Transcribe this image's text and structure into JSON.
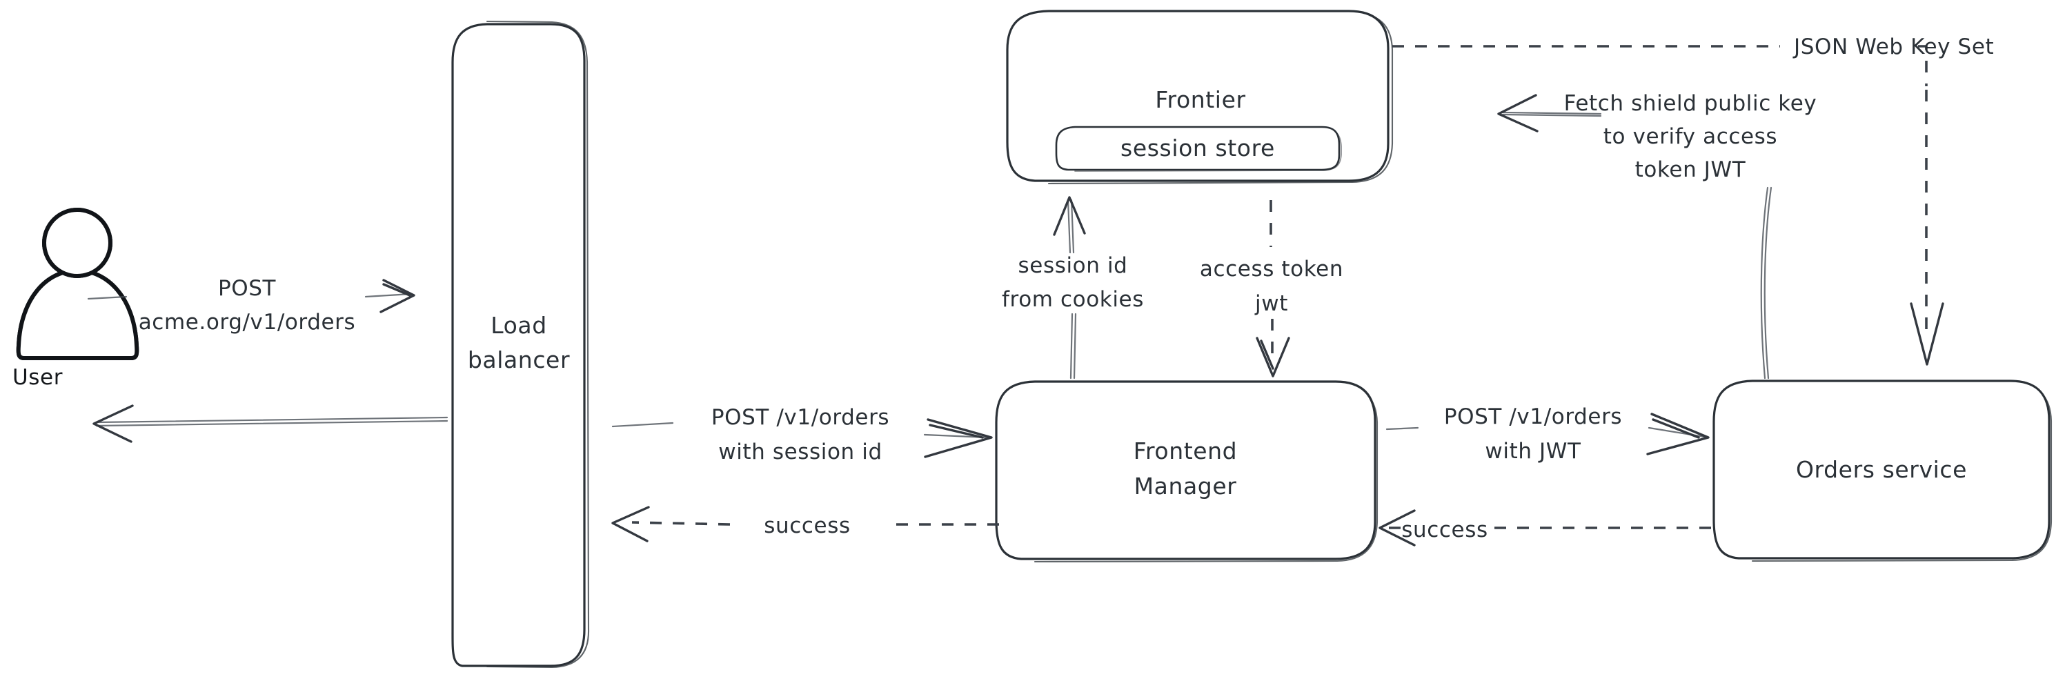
{
  "diagram": {
    "title": "Request flow through load balancer, frontend manager and orders service",
    "background_color": "#ffffff",
    "stroke_color": "#2b3137",
    "hatch_color": "#b9c3cd",
    "nodes": {
      "user": {
        "label": "User",
        "icon": "person-icon"
      },
      "load_balancer": {
        "line1": "Load",
        "line2": "balancer"
      },
      "frontier": {
        "label": "Frontier",
        "inner": {
          "label": "session store"
        }
      },
      "frontend_manager": {
        "line1": "Frontend",
        "line2": "Manager"
      },
      "orders_service": {
        "label": "Orders service"
      }
    },
    "edges": {
      "user_to_lb": {
        "line1": "POST",
        "line2": "acme.org/v1/orders",
        "style": "solid",
        "direction": "right"
      },
      "lb_to_user": {
        "label": "",
        "style": "solid",
        "direction": "left"
      },
      "lb_to_fm": {
        "line1": "POST /v1/orders",
        "line2": "with session id",
        "style": "solid",
        "direction": "right"
      },
      "fm_to_lb": {
        "label": "success",
        "style": "dashed",
        "direction": "left"
      },
      "fm_to_frontier": {
        "line1": "session id",
        "line2": "from cookies",
        "style": "solid",
        "direction": "up"
      },
      "frontier_to_fm": {
        "line1": "access token",
        "line2": "jwt",
        "style": "dashed",
        "direction": "down"
      },
      "fm_to_orders": {
        "line1": "POST /v1/orders",
        "line2": "with JWT",
        "style": "solid",
        "direction": "right"
      },
      "orders_to_fm": {
        "label": "success",
        "style": "dashed",
        "direction": "left"
      },
      "orders_to_frontier": {
        "line1": "Fetch shield public key",
        "line2": "to verify access",
        "line3": "token JWT",
        "style": "solid",
        "direction": "left"
      },
      "frontier_to_orders": {
        "label": "JSON Web Key Set",
        "style": "dashed",
        "direction": "down"
      }
    }
  }
}
